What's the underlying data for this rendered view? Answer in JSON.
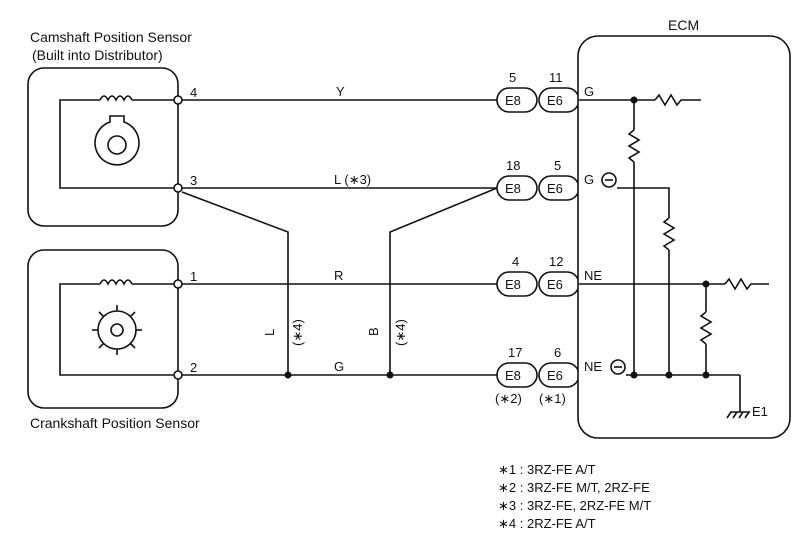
{
  "ecm": {
    "title": "ECM",
    "ground": "E1"
  },
  "camshaft_sensor": {
    "title": "Camshaft Position Sensor",
    "subtitle": "(Built into Distributor)"
  },
  "crankshaft_sensor": {
    "title": "Crankshaft Position Sensor"
  },
  "wires": [
    {
      "pin": "4",
      "color": "Y",
      "e8": "5",
      "e6": "11",
      "terminal": "G"
    },
    {
      "pin": "3",
      "color": "L (∗3)",
      "e8": "18",
      "e6": "5",
      "terminal": "G"
    },
    {
      "pin": "1",
      "color": "R",
      "e8": "4",
      "e6": "12",
      "terminal": "NE"
    },
    {
      "pin": "2",
      "color": "G",
      "e8": "17",
      "e6": "6",
      "terminal": "NE"
    }
  ],
  "connectors": {
    "e8": "E8",
    "e6": "E6",
    "note_e8": "(∗2)",
    "note_e6": "(∗1)"
  },
  "branch_labels": {
    "left_color": "L",
    "left_note": "(∗4)",
    "right_color": "B",
    "right_note": "(∗4)"
  },
  "notes": [
    "∗1 : 3RZ-FE A/T",
    "∗2 : 3RZ-FE M/T, 2RZ-FE",
    "∗3 : 3RZ-FE, 2RZ-FE M/T",
    "∗4 : 2RZ-FE A/T"
  ]
}
